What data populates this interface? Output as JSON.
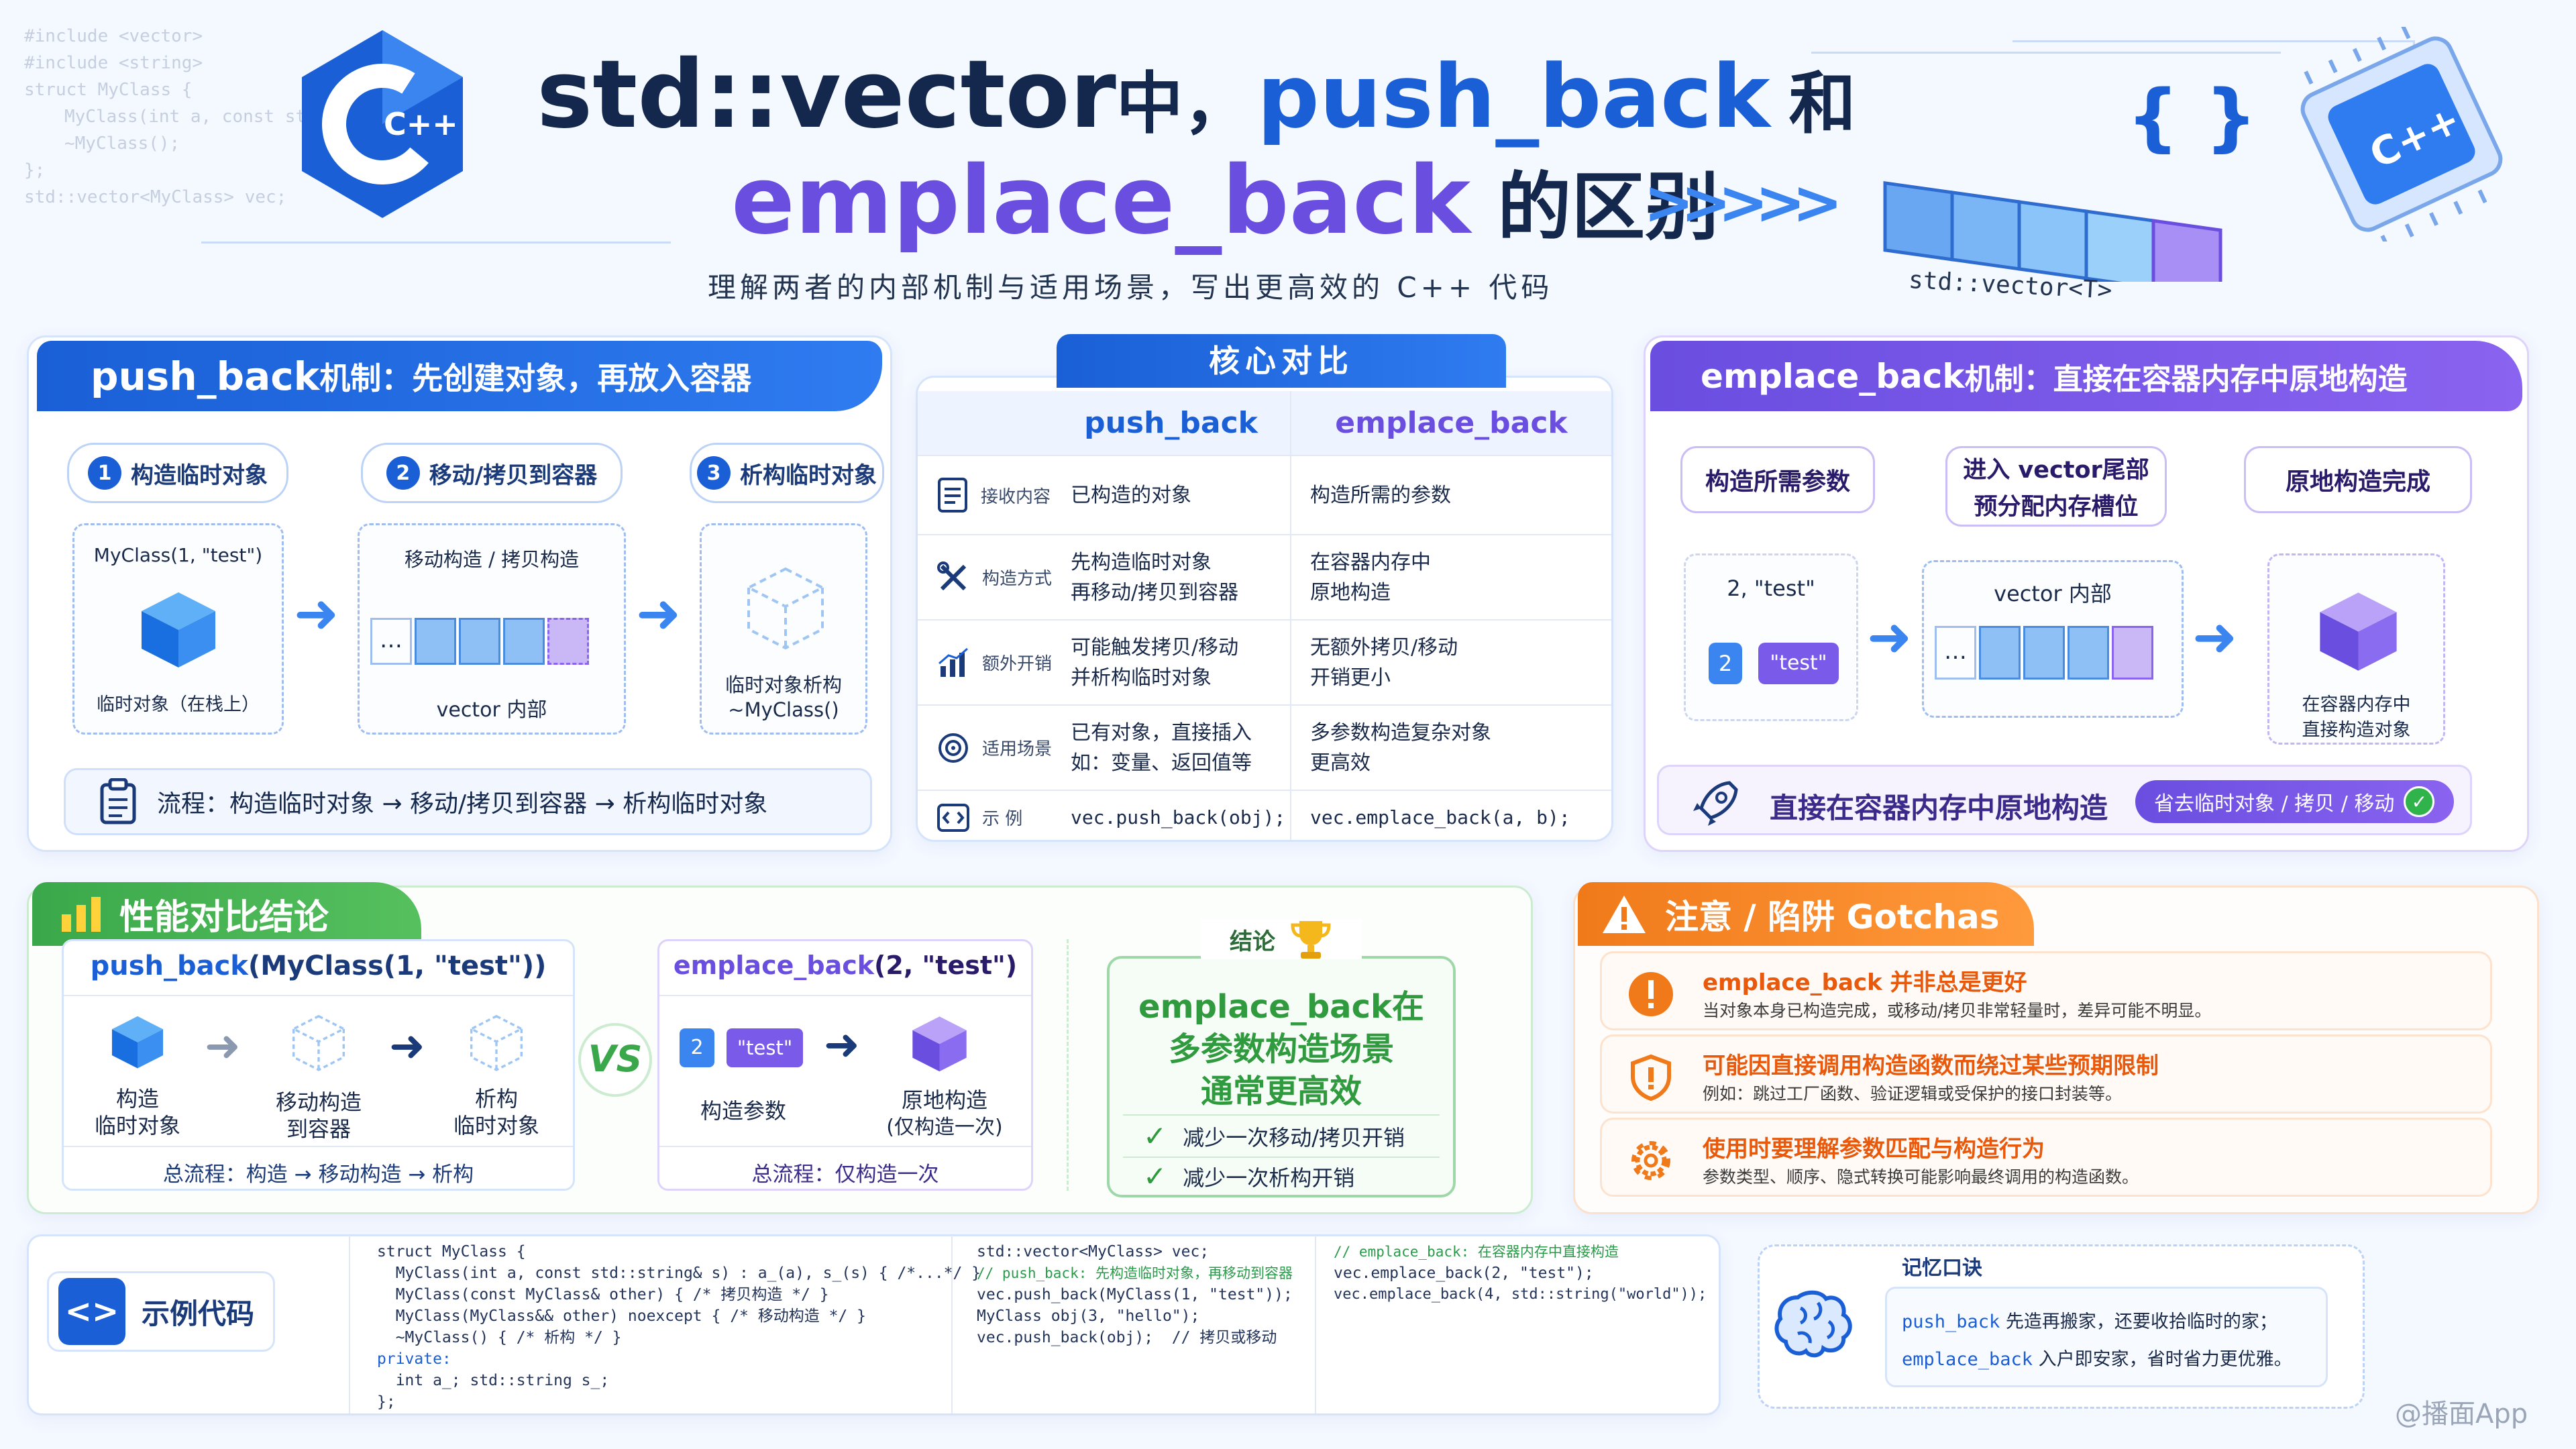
{
  "title": {
    "line1_a": "std::vector",
    "line1_b": "中，",
    "line1_c": "push_back",
    "line1_d": "和",
    "line2_a": "emplace_back",
    "line2_b": "的区别",
    "subtitle": "理解两者的内部机制与适用场景，写出更高效的 C++ 代码"
  },
  "bg_code": [
    "#include <vector>",
    "#include <string>",
    "struct MyClass {",
    "  MyClass(int a, const std::",
    "  ~MyClass();",
    "};",
    "std::vector<MyClass> vec;"
  ],
  "logo_text": "C++",
  "chip_text": "C++",
  "braces": "{ }",
  "vector_label": "std::vector<T>",
  "push_panel": {
    "header_a": "push_back",
    "header_b": " 机制：先创建对象，再放入容器",
    "steps": [
      {
        "num": "1",
        "label": "构造临时对象"
      },
      {
        "num": "2",
        "label": "移动/拷贝到容器"
      },
      {
        "num": "3",
        "label": "析构临时对象"
      }
    ],
    "box1_top": "MyClass(1, \"test\")",
    "box1_bottom": "临时对象（在栈上）",
    "box2_top": "移动构造 / 拷贝构造",
    "box2_bottom": "vector 内部",
    "box3_bottom_1": "临时对象析构",
    "box3_bottom_2": "~MyClass()",
    "dots": "…",
    "flow": "流程：构造临时对象 → 移动/拷贝到容器 → 析构临时对象"
  },
  "compare": {
    "header": "核心对比",
    "col_push": "push_back",
    "col_emplace": "emplace_back",
    "rows": [
      {
        "label": "接收内容",
        "push": "已构造的对象",
        "emplace": "构造所需的参数"
      },
      {
        "label": "构造方式",
        "push": "先构造临时对象\n再移动/拷贝到容器",
        "emplace": "在容器内存中\n原地构造"
      },
      {
        "label": "额外开销",
        "push": "可能触发拷贝/移动\n并析构临时对象",
        "emplace": "无额外拷贝/移动\n开销更小"
      },
      {
        "label": "适用场景",
        "push": "已有对象，直接插入\n如：变量、返回值等",
        "emplace": "多参数构造复杂对象\n更高效"
      },
      {
        "label": "示 例",
        "push": "vec.push_back(obj);",
        "emplace": "vec.emplace_back(a, b);"
      }
    ]
  },
  "emplace_panel": {
    "header_a": "emplace_back",
    "header_b": " 机制：直接在容器内存中原地构造",
    "step1": "构造所需参数",
    "step2_1": "进入 vector尾部",
    "step2_2": "预分配内存槽位",
    "step3": "原地构造完成",
    "args": "2, \"test\"",
    "arg_num": "2",
    "arg_str": "\"test\"",
    "inner_label": "vector 内部",
    "dots": "…",
    "result_1": "在容器内存中",
    "result_2": "直接构造对象",
    "banner": "直接在容器内存中原地构造",
    "badge": "省去临时对象 / 拷贝 / 移动"
  },
  "perf": {
    "header": "性能对比结论",
    "left_title_a": "push_back",
    "left_title_b": "(MyClass(1, \"test\"))",
    "l1_1": "构造",
    "l1_2": "临时对象",
    "l2_1": "移动构造",
    "l2_2": "到容器",
    "l3_1": "析构",
    "l3_2": "临时对象",
    "left_flow": "总流程：构造 → 移动构造 → 析构",
    "vs": "VS",
    "right_title_a": "emplace_back",
    "right_title_b": "(2, \"test\")",
    "r_num": "2",
    "r_str": "\"test\"",
    "r_label1": "构造参数",
    "r_label2_1": "原地构造",
    "r_label2_2": "(仅构造一次)",
    "right_flow": "总流程：仅构造一次",
    "concl_label": "结论",
    "concl_1": "emplace_back在",
    "concl_2": "多参数构造场景",
    "concl_3": "通常更高效",
    "check1": "减少一次移动/拷贝开销",
    "check2": "减少一次析构开销"
  },
  "gotchas": {
    "header": "注意 / 陷阱 Gotchas",
    "items": [
      {
        "title": "emplace_back 并非总是更好",
        "desc": "当对象本身已构造完成，或移动/拷贝非常轻量时，差异可能不明显。"
      },
      {
        "title": "可能因直接调用构造函数而绕过某些预期限制",
        "desc": "例如：跳过工厂函数、验证逻辑或受保护的接口封装等。"
      },
      {
        "title": "使用时要理解参数匹配与构造行为",
        "desc": "参数类型、顺序、隐式转换可能影响最终调用的构造函数。"
      }
    ]
  },
  "code": {
    "label": "示例代码",
    "col1": [
      "struct MyClass {",
      "  MyClass(int a, const std::string& s) : a_(a), s_(s) { /*...*/ }",
      "  MyClass(const MyClass& other) { /* 拷贝构造 */ }",
      "  MyClass(MyClass&& other) noexcept { /* 移动构造 */ }",
      "  ~MyClass() { /* 析构 */ }",
      "private:",
      "  int a_; std::string s_;",
      "};"
    ],
    "col2": [
      "std::vector<MyClass> vec;",
      "",
      "// push_back: 先构造临时对象，再移动到容器",
      "vec.push_back(MyClass(1, \"test\"));",
      "",
      "MyClass obj(3, \"hello\");",
      "vec.push_back(obj);  // 拷贝或移动"
    ],
    "col3": [
      "// emplace_back: 在容器内存中直接构造",
      "vec.emplace_back(2, \"test\");",
      "vec.emplace_back(4, std::string(\"world\"));"
    ]
  },
  "memo": {
    "title": "记忆口诀",
    "line1_a": "push_back",
    "line1_b": " 先造再搬家，还要收拾临时的家；",
    "line2_a": "emplace_back",
    "line2_b": " 入户即安家，省时省力更优雅。"
  },
  "watermark": "@播面App",
  "colors": {
    "blue": "#1a5fd6",
    "purple": "#6a4ee0",
    "green": "#3aa84a",
    "orange": "#f07a1a"
  }
}
